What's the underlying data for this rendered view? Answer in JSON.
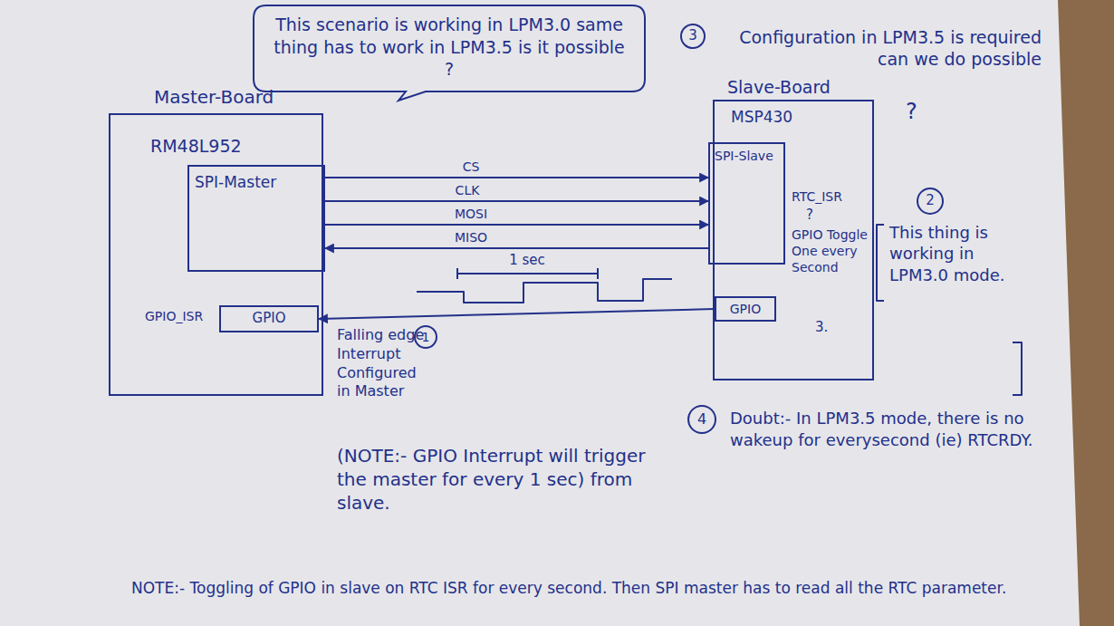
{
  "diagram": {
    "nodes": [
      {
        "text": [
          "This scenario is working in LPM3.0 same thing has to work in LPM3.5 is it possible ?"
        ]
      },
      {
        "text": [
          "Master-Board",
          "RM48L952"
        ]
      },
      {
        "text": [
          "SPI-Master"
        ],
        "in": 1
      },
      {
        "text": [
          "GPIO"
        ],
        "in": 1
      },
      {
        "text": [
          "Slave-Board",
          "MSP430"
        ]
      },
      {
        "text": [
          "SPI-Slave"
        ],
        "in": 4
      },
      {
        "text": [
          "GPIO"
        ],
        "in": 4
      }
    ],
    "edges": [
      {
        "from": 2,
        "to": 5,
        "label": "CS",
        "arrow": "to"
      },
      {
        "from": 2,
        "to": 5,
        "label": "CLK",
        "arrow": "to"
      },
      {
        "from": 2,
        "to": 5,
        "label": "MOSI",
        "arrow": "to"
      },
      {
        "from": 5,
        "to": 2,
        "label": "MISO",
        "arrow": "to"
      },
      {
        "from": 6,
        "to": 3,
        "arrow": "to"
      }
    ],
    "labels": [
      "3",
      "Configuration in LPM3.5 is required can we do possible",
      "?",
      "1 sec",
      "GPIO_ISR",
      "Falling edge Interrupt Configured in Master",
      "1",
      "RTC_ISR",
      "?",
      "GPIO Toggle One every Second",
      "3.",
      "2",
      "This thing is working in LPM3.0 mode.",
      "4",
      "Doubt:- In LPM3.5 mode, there is no wakeup for everysecond (ie) RTCRDY.",
      "(NOTE:- GPIO Interrupt will trigger the master for every 1 sec) from slave.",
      "NOTE:- Toggling of GPIO in slave on RTC ISR for every second. Then SPI master has to read all the RTC parameter."
    ]
  }
}
